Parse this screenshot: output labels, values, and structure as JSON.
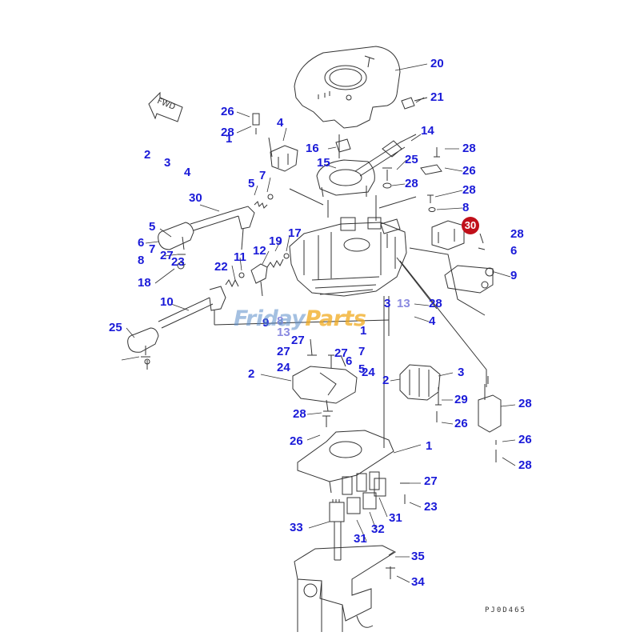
{
  "diagram": {
    "reference_code": "PJ0D465",
    "direction_label": "FWD",
    "watermark": {
      "part1": "Friday",
      "part2": "Parts"
    },
    "highlight_callout": "30",
    "colors": {
      "callout": "#1a1ad8",
      "line": "#333333",
      "badge": "#c0101a"
    },
    "callouts": [
      "20",
      "21",
      "26",
      "28",
      "1",
      "4",
      "16",
      "14",
      "2",
      "3",
      "4",
      "15",
      "25",
      "28",
      "28",
      "26",
      "28",
      "8",
      "7",
      "5",
      "30",
      "25",
      "28",
      "6",
      "5",
      "6",
      "7",
      "27",
      "8",
      "23",
      "18",
      "19",
      "17",
      "12",
      "11",
      "22",
      "9",
      "10",
      "25",
      "28",
      "4",
      "3",
      "13",
      "13",
      "1",
      "8",
      "9",
      "27",
      "27",
      "7",
      "27",
      "6",
      "24",
      "24",
      "5",
      "2",
      "3",
      "2",
      "28",
      "29",
      "28",
      "26",
      "26",
      "28",
      "26",
      "1",
      "27",
      "23",
      "33",
      "31",
      "32",
      "31",
      "35",
      "34"
    ]
  }
}
